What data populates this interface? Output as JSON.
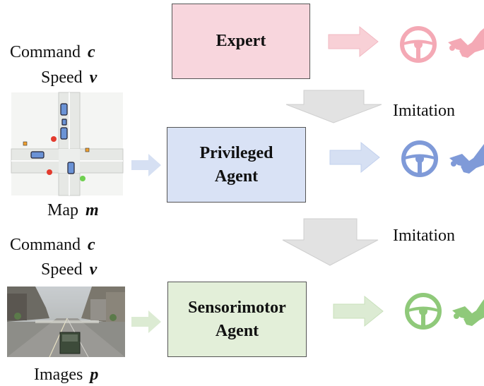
{
  "colors": {
    "expert": "#f8d6dd",
    "privileged": "#d9e2f5",
    "sensorimotor": "#e3efd9",
    "expert_icon": "#f4a9b5",
    "privileged_icon": "#7f9ad8",
    "sensorimotor_icon": "#8fc97a",
    "imitation_arrow": "#e2e2e2"
  },
  "expert": {
    "label": "Expert"
  },
  "privileged": {
    "line1": "Privileged",
    "line2": "Agent"
  },
  "sensorimotor": {
    "line1": "Sensorimotor",
    "line2": "Agent"
  },
  "imitation_labels": [
    "Imitation",
    "Imitation"
  ],
  "inputs_top": {
    "command": "Command",
    "command_var": "c",
    "speed": "Speed",
    "speed_var": "v"
  },
  "map_label": {
    "text": "Map",
    "var": "m"
  },
  "inputs_bottom": {
    "command": "Command",
    "command_var": "c",
    "speed": "Speed",
    "speed_var": "v"
  },
  "images_label": {
    "text": "Images",
    "var": "p"
  },
  "icons": [
    "steering-wheel-icon",
    "joystick-icon"
  ]
}
